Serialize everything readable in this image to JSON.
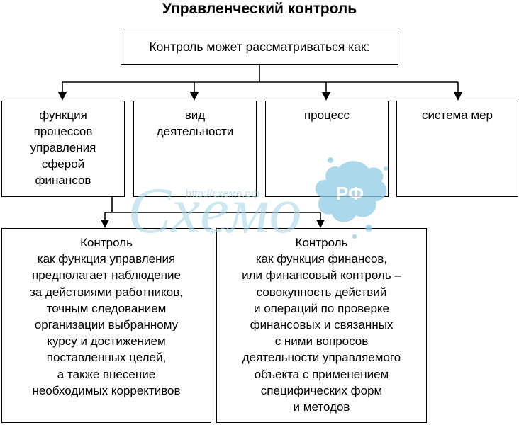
{
  "title": "Управленческий контроль",
  "root": "Контроль может рассматриваться как:",
  "aspects": [
    {
      "lines": [
        "функция",
        "процессов",
        "управления",
        "сферой",
        "финансов"
      ]
    },
    {
      "lines": [
        "вид",
        "деятельности"
      ]
    },
    {
      "lines": [
        "процесс"
      ]
    },
    {
      "lines": [
        "система мер"
      ]
    }
  ],
  "definitions": [
    {
      "lines": [
        "Контроль",
        "как функция управления",
        "предполагает наблюдение",
        "за действиями работников,",
        "точным следованием",
        "организации выбранному",
        "курсу и достижением",
        "поставленных целей,",
        "а также внесение",
        "необходимых коррективов"
      ]
    },
    {
      "lines": [
        "Контроль",
        "как функция финансов,",
        "или финансовый контроль –",
        "совокупность действий",
        "и операций по проверке",
        "финансовых и связанных",
        "с ними вопросов",
        "деятельности управляемого",
        "объекта с применением",
        "специфических форм",
        "и методов"
      ]
    }
  ],
  "watermark": {
    "logo": "Схемо",
    "badge": "РФ",
    "url": "http://схемо.рф",
    "colors": {
      "text": "#a9d8ea",
      "splash": "#8fcbe3"
    }
  }
}
